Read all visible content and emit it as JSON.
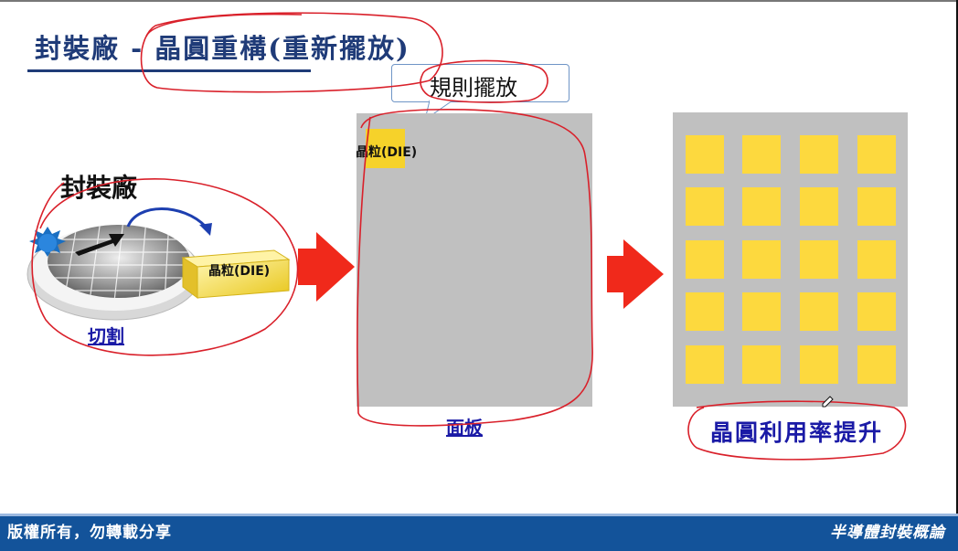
{
  "slide": {
    "title": "封裝廠 - 晶圓重構(重新擺放)",
    "callout": "規則擺放",
    "factory_label": "封裝廠",
    "wafer_die_label": "晶粒(DIE)",
    "panel_die_label": "晶粒(DIE)",
    "cut_label": "切割",
    "panel_label": "面板",
    "utilization_label": "晶圓利用率提升"
  },
  "footer": {
    "left": "版權所有，勿轉載分享",
    "right": "半導體封裝概論"
  },
  "colors": {
    "title": "#1f3b78",
    "die": "#fdd93e",
    "panel": "#c0c0c0",
    "arrow": "#f0291b",
    "annotation": "#d9202a",
    "footer": "#13539a"
  }
}
